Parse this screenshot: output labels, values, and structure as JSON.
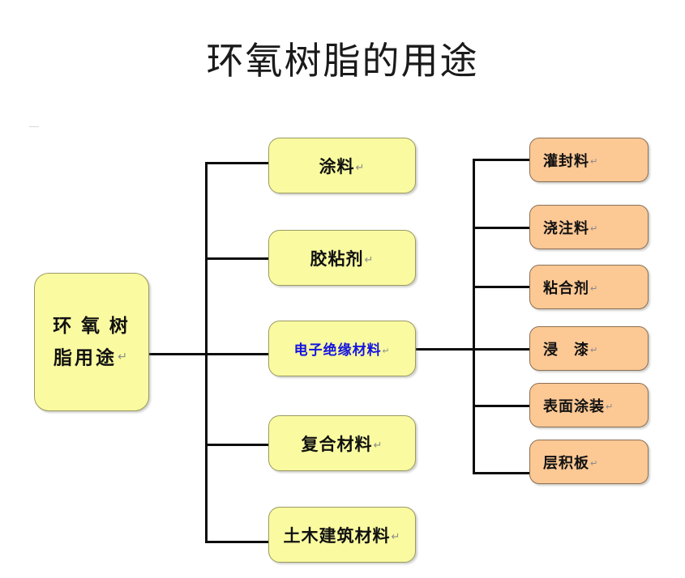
{
  "title": "环氧树脂的用途",
  "pilcrow": "↵",
  "colors": {
    "level1_fill": "#fafaa0",
    "level1_border": "#9a9a63",
    "level2_fill": "#fafaa0",
    "level2_border": "#9a9a63",
    "level3_fill": "#fcc894",
    "level3_border": "#8a7056",
    "connector": "#0d0d0d",
    "title_text": "#1a1a1a",
    "highlight_text": "#1515e0"
  },
  "root": {
    "label": "环氧树脂用途",
    "line1": "环 氧 树",
    "line2": "脂用途"
  },
  "level2": [
    {
      "label": "涂料",
      "highlight": false
    },
    {
      "label": "胶粘剂",
      "highlight": false
    },
    {
      "label": "电子绝缘材料",
      "highlight": true
    },
    {
      "label": "复合材料",
      "highlight": false
    },
    {
      "label": "土木建筑材料",
      "highlight": false
    }
  ],
  "level3": [
    {
      "label": "灌封料"
    },
    {
      "label": "浇注料"
    },
    {
      "label": "粘合剂"
    },
    {
      "label": "浸　漆"
    },
    {
      "label": "表面涂装"
    },
    {
      "label": "层积板"
    }
  ]
}
